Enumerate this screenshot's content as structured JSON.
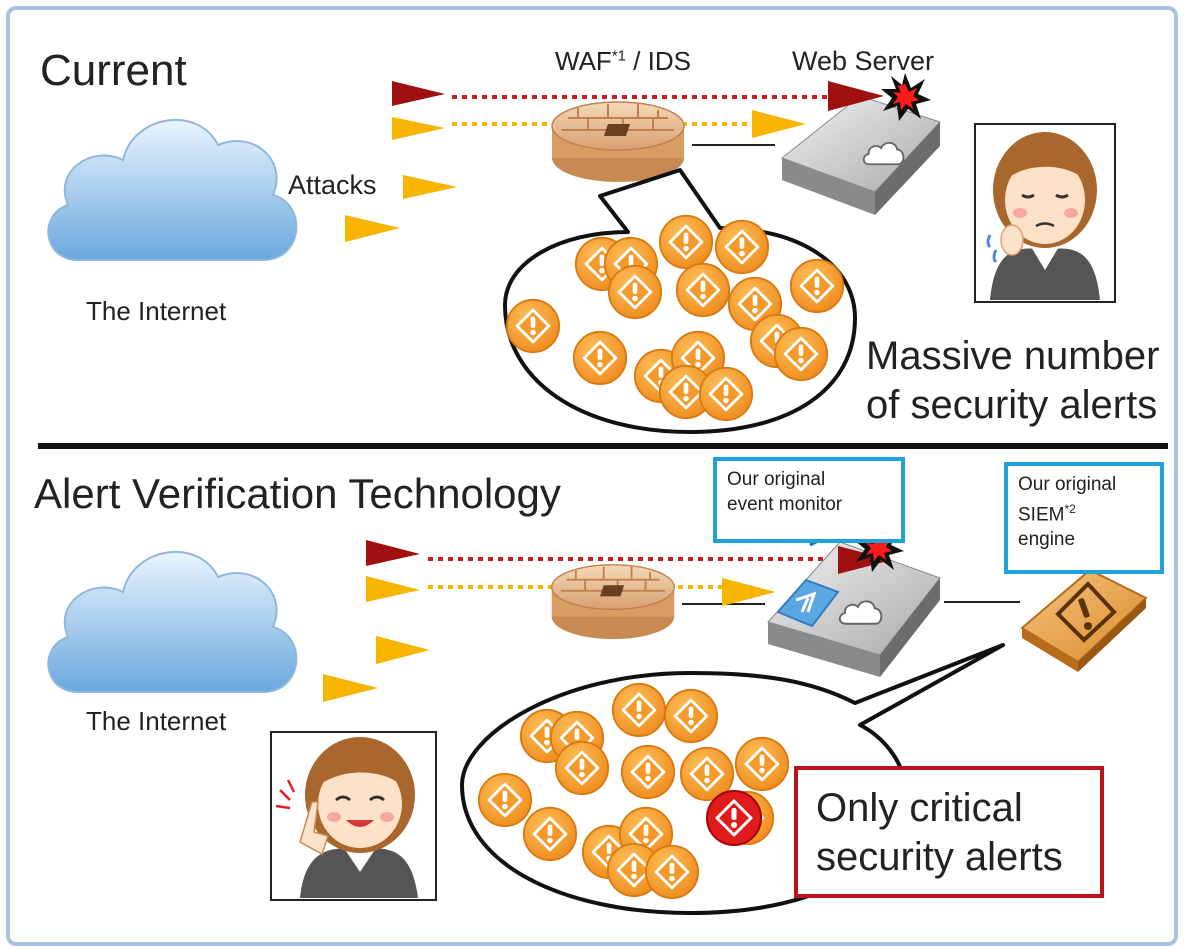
{
  "current": {
    "title": "Current",
    "waf_label": "WAF",
    "waf_sup": "*1",
    "waf_suffix": " / IDS",
    "web_server_label": "Web Server",
    "attacks_label": "Attacks",
    "internet_label": "The Internet",
    "massive_line1": "Massive number",
    "massive_line2": "of security alerts"
  },
  "proposed": {
    "title": "Alert Verification Technology",
    "internet_label": "The Internet",
    "event_monitor_line1": "Our original",
    "event_monitor_line2": "event monitor",
    "siem_line1": "Our original",
    "siem_line2": "SIEM",
    "siem_sup": "*2",
    "siem_line3": "engine",
    "critical_line1": "Only critical",
    "critical_line2": "security alerts"
  },
  "colors": {
    "frame": "#a9c2e3",
    "attack_dark": "#a01010",
    "attack_light": "#f7b500",
    "alert_orange": "#f39a2a",
    "alert_critical": "#e01b1b",
    "highlight_blue": "#1ea2d8",
    "highlight_red": "#b9141a"
  },
  "icons": {
    "cloud": "cloud-icon",
    "firewall": "firewall-icon",
    "server": "server-icon",
    "alert": "warning-alert-icon",
    "siem": "siem-engine-icon",
    "worried_operator": "worried-operator-icon",
    "happy_operator": "happy-operator-icon"
  }
}
